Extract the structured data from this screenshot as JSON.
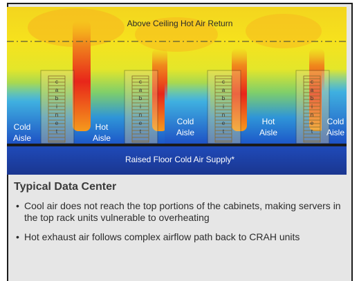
{
  "diagram": {
    "ceiling_label": "Above Ceiling Hot Air Return",
    "floor_label": "Raised Floor Cold Air Supply*",
    "cabinet_word": "cabinet",
    "aisles": [
      {
        "line1": "Cold",
        "line2": "Aisle",
        "kind": "cold"
      },
      {
        "line1": "Hot",
        "line2": "Aisle",
        "kind": "hot"
      },
      {
        "line1": "Cold",
        "line2": "Aisle",
        "kind": "cold"
      },
      {
        "line1": "Hot",
        "line2": "Aisle",
        "kind": "hot"
      },
      {
        "line1": "Cold",
        "line2": "Aisle",
        "kind": "cold"
      }
    ],
    "colors": {
      "hot": "#e8261a",
      "warm": "#f7a21b",
      "yellow": "#f6e21d",
      "green": "#a8d84a",
      "cyan": "#3fbfe0",
      "blue": "#1f5fd0",
      "floor": "#1d3fa6",
      "frame": "#e6e6e6"
    }
  },
  "heading": "Typical Data Center",
  "bullets": [
    "Cool air does not reach the top portions of the cabinets, making servers in the top rack units vulnerable to overheating",
    "Hot exhaust air follows complex airflow path back to CRAH units"
  ]
}
